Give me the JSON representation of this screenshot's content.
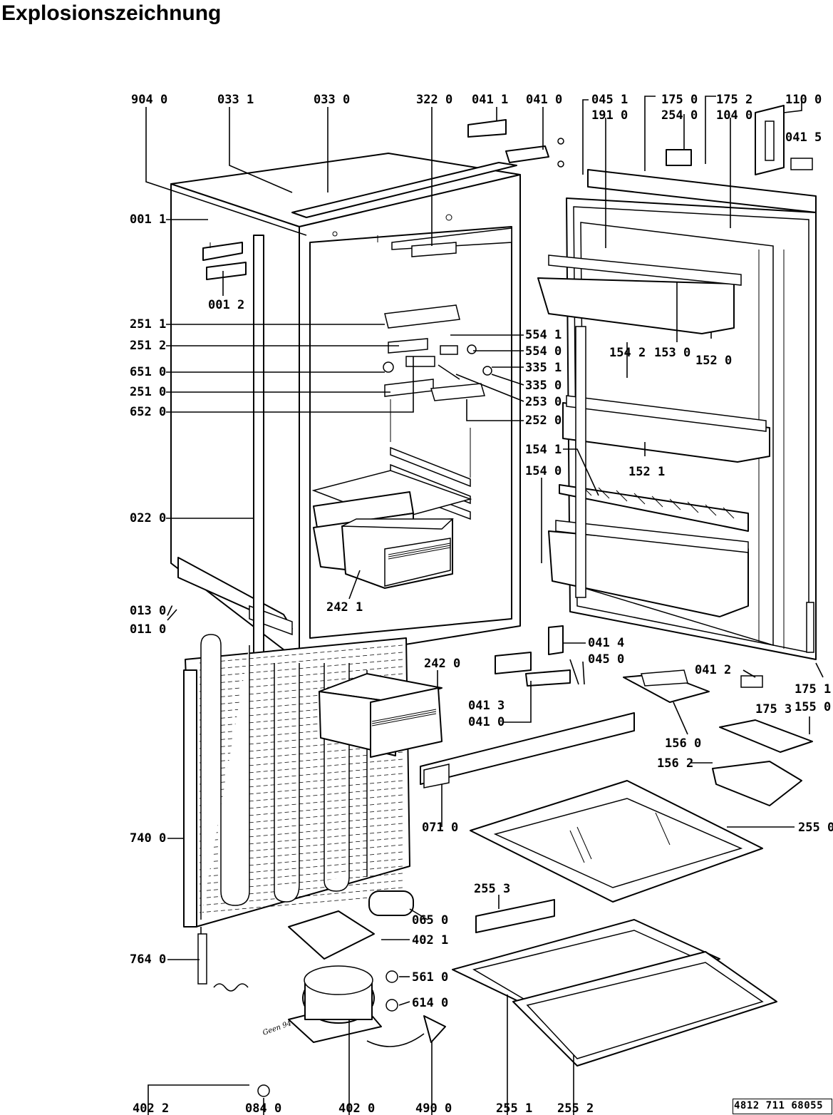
{
  "title": "Explosionszeichnung",
  "document_number": "4812 711 68055",
  "signature": "Geen 94",
  "part_labels": {
    "p904_0": "904 0",
    "p033_1": "033 1",
    "p033_0": "033 0",
    "p322_0": "322 0",
    "p041_1": "041 1",
    "p041_0a": "041 0",
    "p045_1": "045 1",
    "p191_0": "191 0",
    "p175_0": "175 0",
    "p254_0": "254 0",
    "p175_2": "175 2",
    "p104_0": "104 0",
    "p110_0": "110 0",
    "p041_5": "041 5",
    "p001_1": "001 1",
    "p001_2": "001 2",
    "p251_1": "251 1",
    "p251_2": "251 2",
    "p651_0": "651 0",
    "p251_0": "251 0",
    "p652_0": "652 0",
    "p554_1": "554 1",
    "p554_0": "554 0",
    "p335_1": "335 1",
    "p335_0": "335 0",
    "p253_0": "253 0",
    "p252_0": "252 0",
    "p154_2": "154 2",
    "p153_0": "153 0",
    "p152_0": "152 0",
    "p152_1": "152 1",
    "p154_1": "154 1",
    "p154_0": "154 0",
    "p022_0": "022 0",
    "p242_1": "242 1",
    "p013_0": "013 0/",
    "p011_0": "011 0",
    "p242_0": "242 0",
    "p041_4": "041 4",
    "p045_0": "045 0",
    "p041_3": "041 3",
    "p041_0b": "041 0",
    "p041_2": "041 2",
    "p175_1": "175 1",
    "p175_3": "175 3",
    "p155_0": "155 0",
    "p156_0": "156 0",
    "p156_2": "156 2",
    "p071_0": "071 0",
    "p255_0": "255 0",
    "p740_0": "740 0",
    "p255_3": "255 3",
    "p065_0": "065 0",
    "p402_1": "402 1",
    "p764_0": "764 0",
    "p561_0": "561 0",
    "p614_0": "614 0",
    "p402_2": "402 2",
    "p084_0": "084 0",
    "p402_0": "402 0",
    "p490_0": "490 0",
    "p255_1": "255 1",
    "p255_2": "255 2"
  }
}
